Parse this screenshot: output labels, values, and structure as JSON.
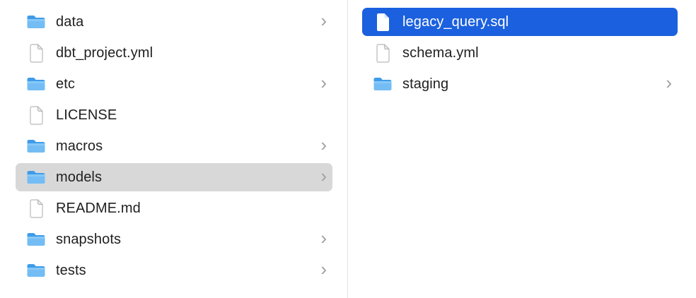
{
  "colors": {
    "selection_blue": "#1b60de",
    "selection_gray": "#d8d8d8",
    "text_dark": "#1f1f1f",
    "text_selected": "#ffffff",
    "chevron_gray": "#9f9f9f",
    "divider": "#e4e4e4",
    "folder_tab_blue": "#3f9be9",
    "folder_body_blue": "#74bdf4",
    "file_outline_gray": "#b9b9b9"
  },
  "chevron_glyph": "›",
  "columns": [
    {
      "name": "parent-folder-contents",
      "items": [
        {
          "label": "data",
          "type": "folder",
          "icon": "folder-icon",
          "chevron": true,
          "selected": "none"
        },
        {
          "label": "dbt_project.yml",
          "type": "file",
          "icon": "document-icon",
          "chevron": false,
          "selected": "none"
        },
        {
          "label": "etc",
          "type": "folder",
          "icon": "folder-icon",
          "chevron": true,
          "selected": "none"
        },
        {
          "label": "LICENSE",
          "type": "file",
          "icon": "document-icon",
          "chevron": false,
          "selected": "none"
        },
        {
          "label": "macros",
          "type": "folder",
          "icon": "folder-icon",
          "chevron": true,
          "selected": "none"
        },
        {
          "label": "models",
          "type": "folder",
          "icon": "folder-icon",
          "chevron": true,
          "selected": "gray"
        },
        {
          "label": "README.md",
          "type": "file",
          "icon": "document-icon",
          "chevron": false,
          "selected": "none"
        },
        {
          "label": "snapshots",
          "type": "folder",
          "icon": "folder-icon",
          "chevron": true,
          "selected": "none"
        },
        {
          "label": "tests",
          "type": "folder",
          "icon": "folder-icon",
          "chevron": true,
          "selected": "none"
        }
      ]
    },
    {
      "name": "models-folder-contents",
      "items": [
        {
          "label": "legacy_query.sql",
          "type": "file",
          "icon": "document-icon",
          "chevron": false,
          "selected": "blue"
        },
        {
          "label": "schema.yml",
          "type": "file",
          "icon": "document-icon",
          "chevron": false,
          "selected": "none"
        },
        {
          "label": "staging",
          "type": "folder",
          "icon": "folder-icon",
          "chevron": true,
          "selected": "none"
        }
      ]
    }
  ]
}
